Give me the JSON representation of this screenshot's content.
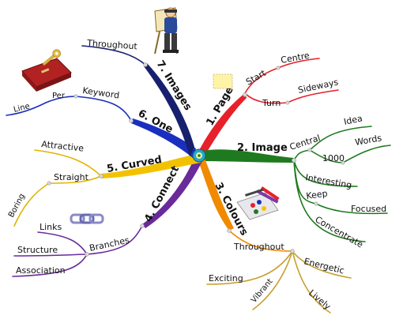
{
  "colors": {
    "page": "#e8202a",
    "image": "#1f7a1f",
    "colours": "#f08a00",
    "connect": "#6a2a9a",
    "curved": "#f2c200",
    "one": "#1a2fbf",
    "images": "#16206e",
    "hub": "#2aa6c6"
  },
  "icons": [
    "artist-at-easel-icon",
    "red-book-with-key-icon",
    "yellow-sticky-note-icon",
    "art-supplies-icon",
    "chain-links-icon"
  ],
  "branches": {
    "page": {
      "label": "1. Page",
      "children": {
        "start": "Start",
        "centre": "Centre",
        "turn": "Turn",
        "sideways": "Sideways"
      }
    },
    "image": {
      "label": "2. Image",
      "children": {
        "central": "Central",
        "idea": "Idea",
        "thousand": "1000",
        "words": "Words",
        "interesting": "Interesting",
        "keep": "Keep",
        "focused": "Focused",
        "concentrate": "Concentrate"
      }
    },
    "colours": {
      "label": "3. Colours",
      "children": {
        "throughout": "Throughout",
        "exciting": "Exciting",
        "vibrant": "Vibrant",
        "energetic": "Energetic",
        "lively": "Lively"
      }
    },
    "connect": {
      "label": "4. Connect",
      "children": {
        "branches": "Branches",
        "links": "Links",
        "structure": "Structure",
        "association": "Association"
      }
    },
    "curved": {
      "label": "5. Curved",
      "children": {
        "attractive": "Attractive",
        "straight": "Straight",
        "boring": "Boring"
      }
    },
    "one": {
      "label": "6. One",
      "children": {
        "keyword": "Keyword",
        "per": "Per",
        "line": "Line"
      }
    },
    "images": {
      "label": "7. Images",
      "children": {
        "throughout": "Throughout"
      }
    }
  }
}
